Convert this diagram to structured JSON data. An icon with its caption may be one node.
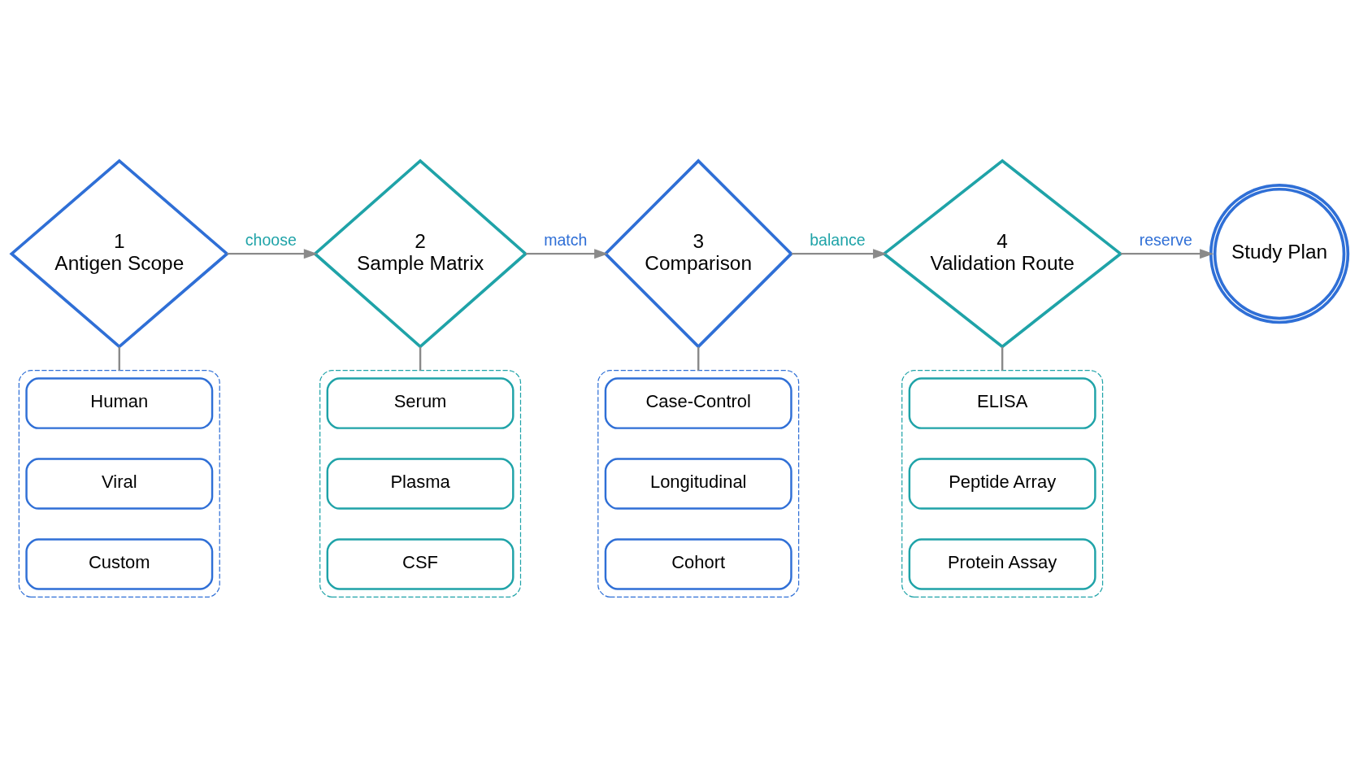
{
  "diagram": {
    "nodes": [
      {
        "text": [
          "1",
          "Antigen Scope"
        ]
      },
      {
        "text": [],
        "shape": "box"
      },
      {
        "text": [
          "Human"
        ],
        "in": 1
      },
      {
        "text": [
          "Viral"
        ],
        "in": 1
      },
      {
        "text": [
          "Custom"
        ],
        "in": 1
      },
      {
        "text": [
          "2",
          "Sample Matrix"
        ]
      },
      {
        "text": [],
        "shape": "box"
      },
      {
        "text": [
          "Serum"
        ],
        "in": 6
      },
      {
        "text": [
          "Plasma"
        ],
        "in": 6
      },
      {
        "text": [
          "CSF"
        ],
        "in": 6
      },
      {
        "text": [
          "3",
          "Comparison"
        ]
      },
      {
        "text": [],
        "shape": "box"
      },
      {
        "text": [
          "Case-Control"
        ],
        "in": 11
      },
      {
        "text": [
          "Longitudinal"
        ],
        "in": 11
      },
      {
        "text": [
          "Cohort"
        ],
        "in": 11
      },
      {
        "text": [
          "4",
          "Validation Route"
        ]
      },
      {
        "text": [],
        "shape": "box"
      },
      {
        "text": [
          "ELISA"
        ],
        "in": 16
      },
      {
        "text": [
          "Peptide Array"
        ],
        "in": 16
      },
      {
        "text": [
          "Protein Assay"
        ],
        "in": 16
      },
      {
        "text": [
          "Study Plan"
        ]
      }
    ],
    "edges": [
      {
        "from": 0,
        "to": 5,
        "arrow": "to",
        "label": "choose"
      },
      {
        "from": 5,
        "to": 10,
        "arrow": "to",
        "label": "match"
      },
      {
        "from": 10,
        "to": 15,
        "arrow": "to",
        "label": "balance"
      },
      {
        "from": 15,
        "to": 20,
        "arrow": "to",
        "label": "reserve"
      },
      {
        "from": 0,
        "to": 1,
        "arrow": "none"
      },
      {
        "from": 5,
        "to": 6,
        "arrow": "none"
      },
      {
        "from": 10,
        "to": 11,
        "arrow": "none"
      },
      {
        "from": 15,
        "to": 16,
        "arrow": "none"
      }
    ]
  }
}
